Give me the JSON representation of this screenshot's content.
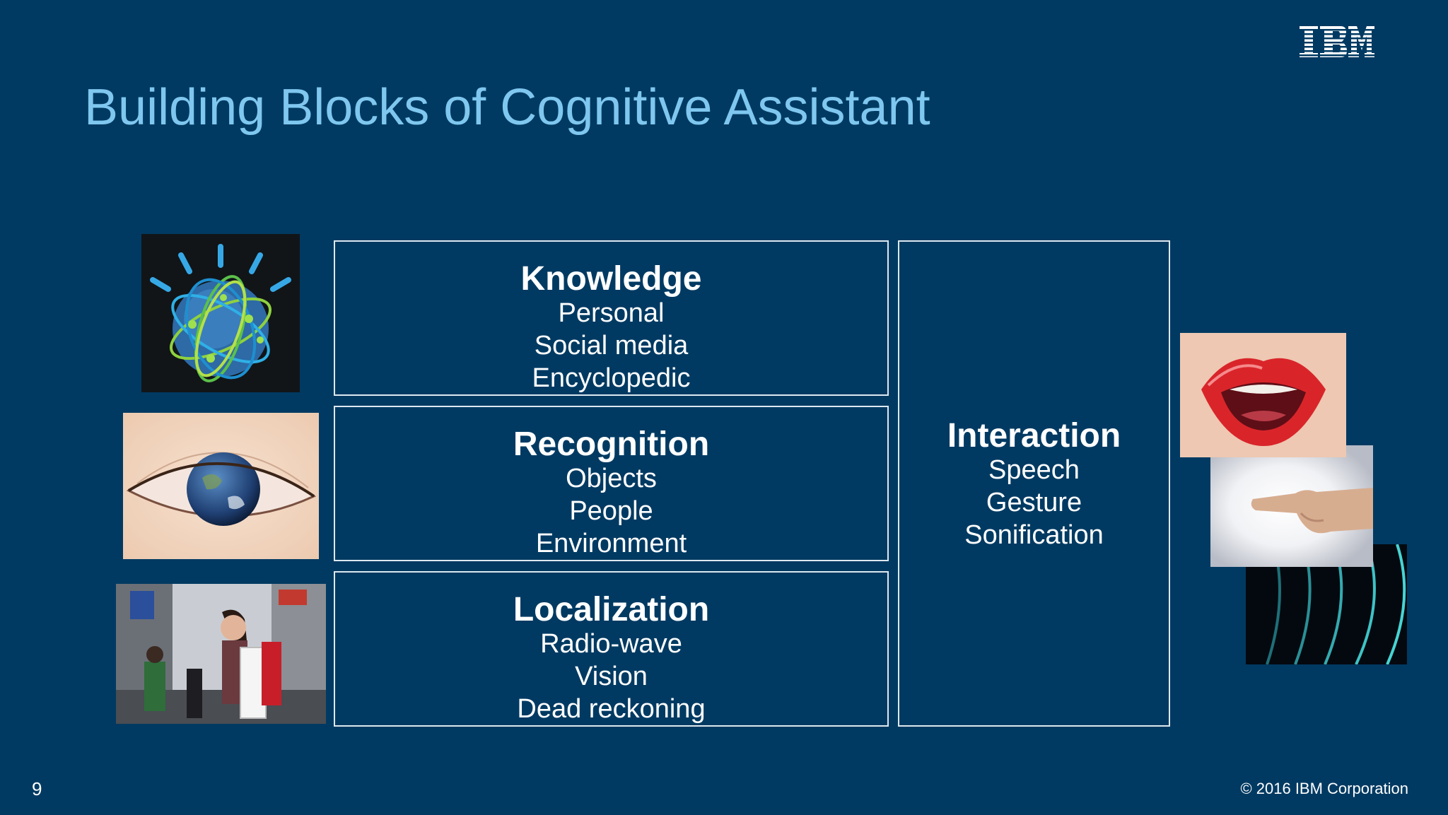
{
  "slide": {
    "title": "Building Blocks of Cognitive Assistant",
    "logo_text": "IBM",
    "page_number": "9",
    "copyright": "© 2016 IBM Corporation"
  },
  "blocks": {
    "knowledge": {
      "heading": "Knowledge",
      "items": [
        "Personal",
        "Social media",
        "Encyclopedic"
      ]
    },
    "recognition": {
      "heading": "Recognition",
      "items": [
        "Objects",
        "People",
        "Environment"
      ]
    },
    "localization": {
      "heading": "Localization",
      "items": [
        "Radio-wave",
        "Vision",
        "Dead reckoning"
      ]
    },
    "interaction": {
      "heading": "Interaction",
      "items": [
        "Speech",
        "Gesture",
        "Sonification"
      ]
    }
  },
  "colors": {
    "background": "#003a62",
    "title": "#7fc7ef",
    "box_border": "#dde8f0",
    "text": "#ffffff"
  },
  "images": {
    "watson": "watson-globe-logo",
    "eye": "eye-with-earth",
    "street": "woman-shopping-street",
    "mouth": "open-red-lips",
    "hand": "pointing-hand",
    "waves": "sound-waves"
  }
}
